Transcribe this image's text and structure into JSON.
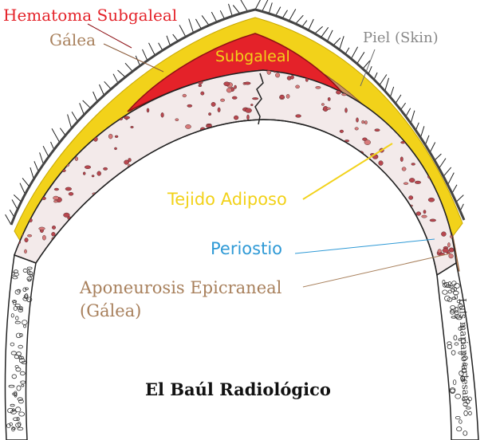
{
  "colors": {
    "hematoma": "#e42229",
    "galea": "#b07a50",
    "piel": "#888888",
    "adiposo": "#f2d21a",
    "periostio": "#2f9ad6",
    "aponeurosis": "#a8805c",
    "bone_spot": "#b8474f",
    "bone_fill": "#efe6e8",
    "ink": "#222222"
  },
  "labels": {
    "hematoma": "Hematoma Subgaleal",
    "galea": "Gálea",
    "piel": "Piel (Skin)",
    "subgaleal": "Subgaleal",
    "adiposo": "Tejido Adiposo",
    "periostio": "Periostio",
    "aponeurosis_line1": "Aponeurosis Epicraneal",
    "aponeurosis_line2": "(Gálea)",
    "brand": "El Baúl Radiológico",
    "signature": "Luis mariano artesano"
  }
}
